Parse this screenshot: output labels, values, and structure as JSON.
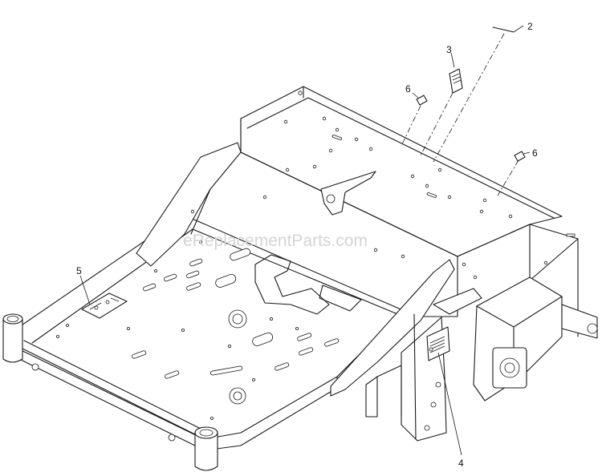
{
  "watermark": "eReplacementParts.com",
  "callouts": [
    {
      "id": "c2",
      "label": "2"
    },
    {
      "id": "c3",
      "label": "3"
    },
    {
      "id": "c6a",
      "label": "6"
    },
    {
      "id": "c6b",
      "label": "6"
    },
    {
      "id": "c5",
      "label": "5"
    },
    {
      "id": "c4",
      "label": "4"
    }
  ]
}
